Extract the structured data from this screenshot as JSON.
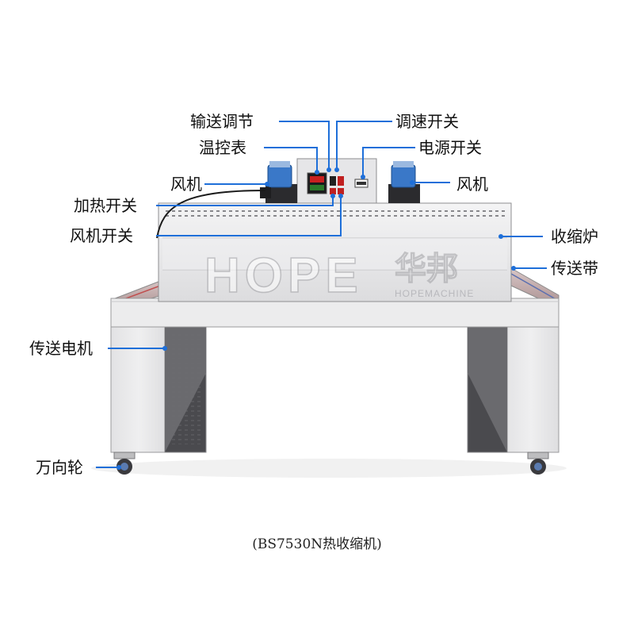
{
  "labels": {
    "conveyor_adjust": "输送调节",
    "temp_controller": "温控表",
    "fan_left": "风机",
    "heating_switch": "加热开关",
    "fan_switch": "风机开关",
    "speed_switch": "调速开关",
    "power_switch": "电源开关",
    "fan_right": "风机",
    "shrink_tunnel": "收缩炉",
    "conveyor_belt": "传送带",
    "conveyor_motor": "传送电机",
    "casters": "万向轮"
  },
  "watermark": {
    "brand": "HOPE",
    "brand_cn": "华邦",
    "sub": "HOPEMACHINE"
  },
  "caption": "(BS7530N热收缩机)",
  "colors": {
    "leader_line": "#1e6fd9",
    "machine_body": "#e9e9ea",
    "machine_edge": "#9a9a9c"
  }
}
